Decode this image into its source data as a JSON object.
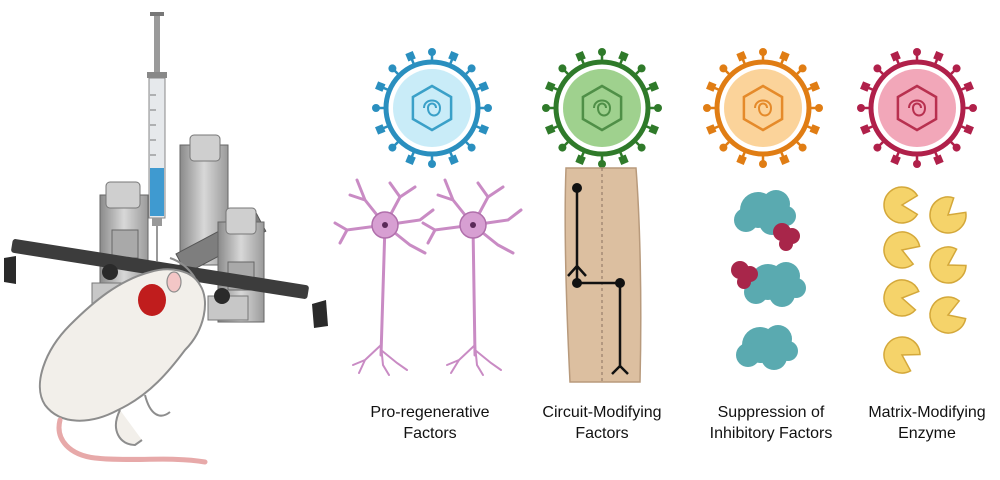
{
  "panels": [
    {
      "line1": "Pro-regenerative",
      "line2": "Factors",
      "color": "#2a8fbf",
      "inner": "#c9ecf8",
      "glyph": "#3aa0c8"
    },
    {
      "line1": "Circuit-Modifying",
      "line2": "Factors",
      "color": "#2f7a2a",
      "inner": "#9fd18e",
      "glyph": "#4f8f47"
    },
    {
      "line1": "Suppression of",
      "line2": "Inhibitory Factors",
      "color": "#e07d14",
      "inner": "#fbd39a",
      "glyph": "#e58a2a"
    },
    {
      "line1": "Matrix-Modifying",
      "line2": "Enzyme",
      "color": "#b0204a",
      "inner": "#f2a7b9",
      "glyph": "#b8304f"
    }
  ],
  "colors": {
    "neuron": "#c98bc4",
    "tissue": "#dcbfa0",
    "protein": "#5aaab0",
    "inhibitor": "#a8264a",
    "enzyme": "#f5d36a"
  },
  "icons": [
    "stereotaxic-frame-icon",
    "syringe-icon",
    "rat-icon",
    "virus-icon",
    "neuron-icon",
    "tissue-section-icon",
    "protein-icon",
    "enzyme-icon"
  ]
}
